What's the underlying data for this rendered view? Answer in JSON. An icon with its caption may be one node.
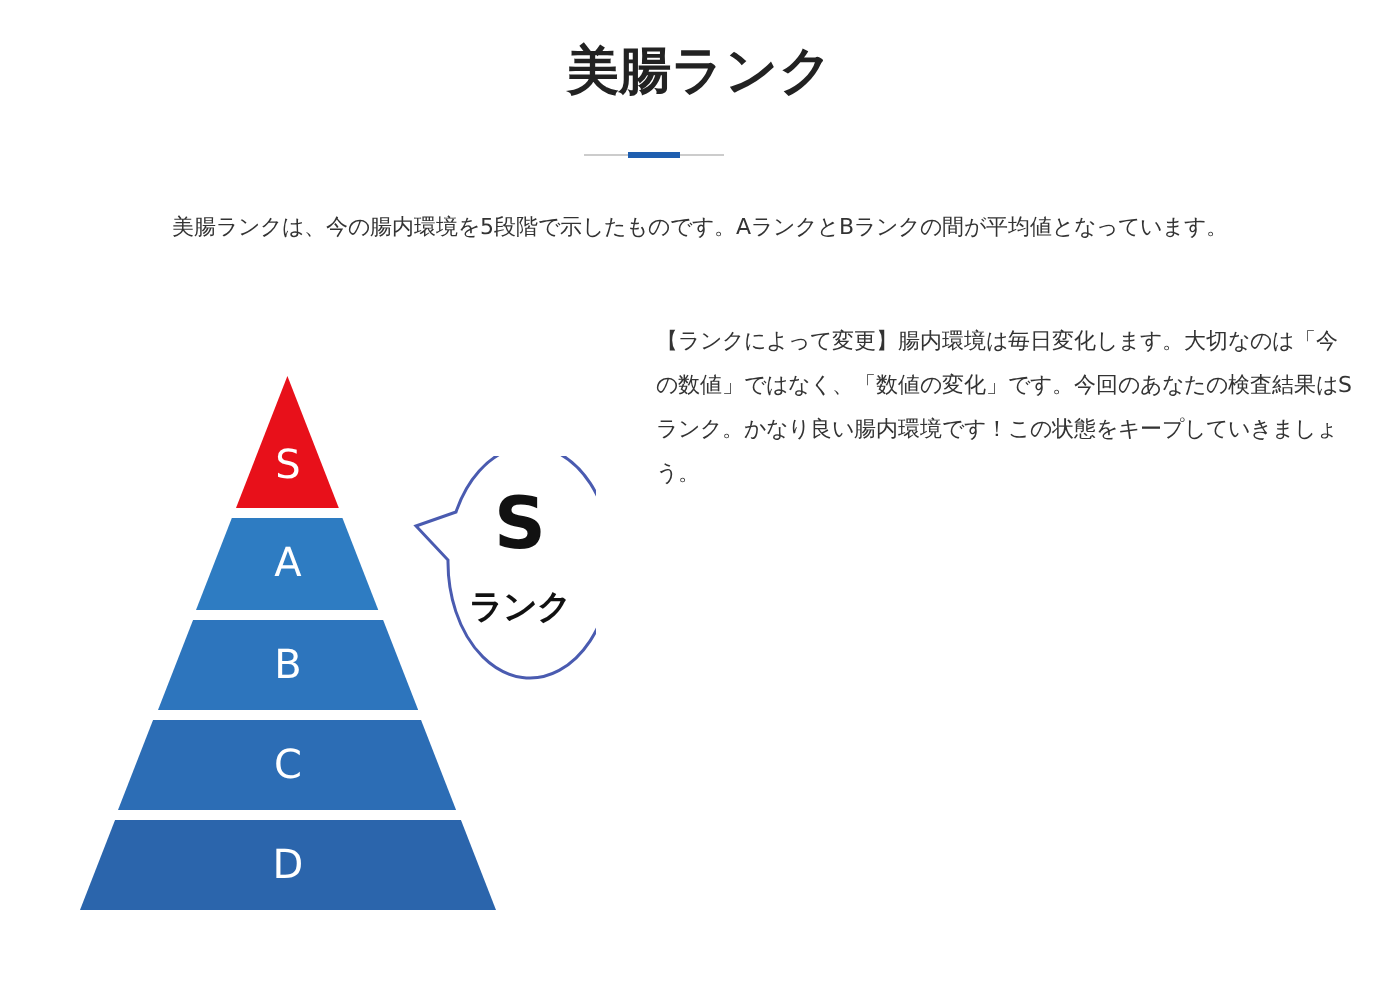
{
  "diagram": {
    "title": "美腸ランク",
    "nodes": [
      {
        "text": [
          "S"
        ]
      },
      {
        "text": [
          "A"
        ]
      },
      {
        "text": [
          "B"
        ]
      },
      {
        "text": [
          "C"
        ]
      },
      {
        "text": [
          "D"
        ]
      },
      {
        "text": [
          "S",
          "ランク"
        ]
      }
    ],
    "labels": [
      "美腸ランクは、今の腸内環境を5段階で示したものです。AランクとBランクの間が平均値となっています。",
      "【ランクによって変更】腸内環境は毎日変化します。大切なのは「今の数値」ではなく、「数値の変化」です。今回のあなたの検査結果はSランク。かなり良い腸内環境です！この状態をキープしていきましょう。"
    ]
  }
}
